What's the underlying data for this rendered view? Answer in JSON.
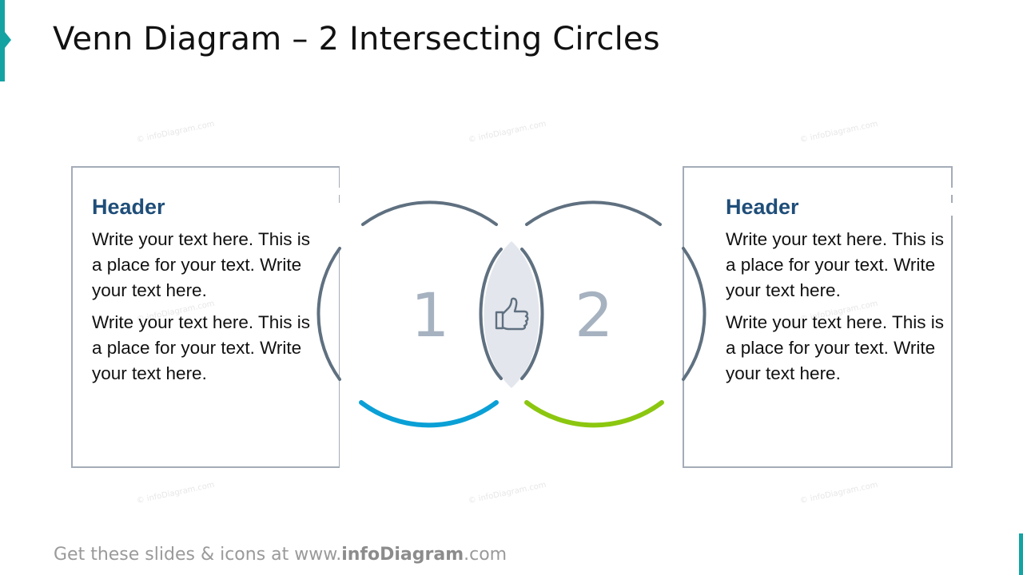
{
  "slide": {
    "title": "Venn Diagram – 2 Intersecting Circles"
  },
  "watermark": "© infoDiagram.com",
  "left_box": {
    "header": "Header",
    "paragraph_1": "Write your text here. This is a place for your text. Write your text here.",
    "paragraph_2": "Write your text here. This is a place for your text. Write your text here."
  },
  "right_box": {
    "header": "Header",
    "paragraph_1": "Write your text here. This is a place for your text. Write your text here.",
    "paragraph_2": "Write your text here. This is a place for your text. Write your text here."
  },
  "venn": {
    "circle_1_label": "1",
    "circle_2_label": "2",
    "intersection_icon": "thumbs-up-icon",
    "colors": {
      "outline": "#5f7080",
      "circle_1_accent": "#0aa0d6",
      "circle_2_accent": "#8cc710",
      "intersection_fill": "#e3e6ec",
      "number": "#a6b2c0"
    }
  },
  "footer": {
    "prefix": "Get these slides & icons at www.",
    "brand": "infoDiagram",
    "suffix": ".com"
  },
  "colors": {
    "accent": "#13a3a3",
    "header": "#1f4e79",
    "box_border": "#a4acb8"
  }
}
